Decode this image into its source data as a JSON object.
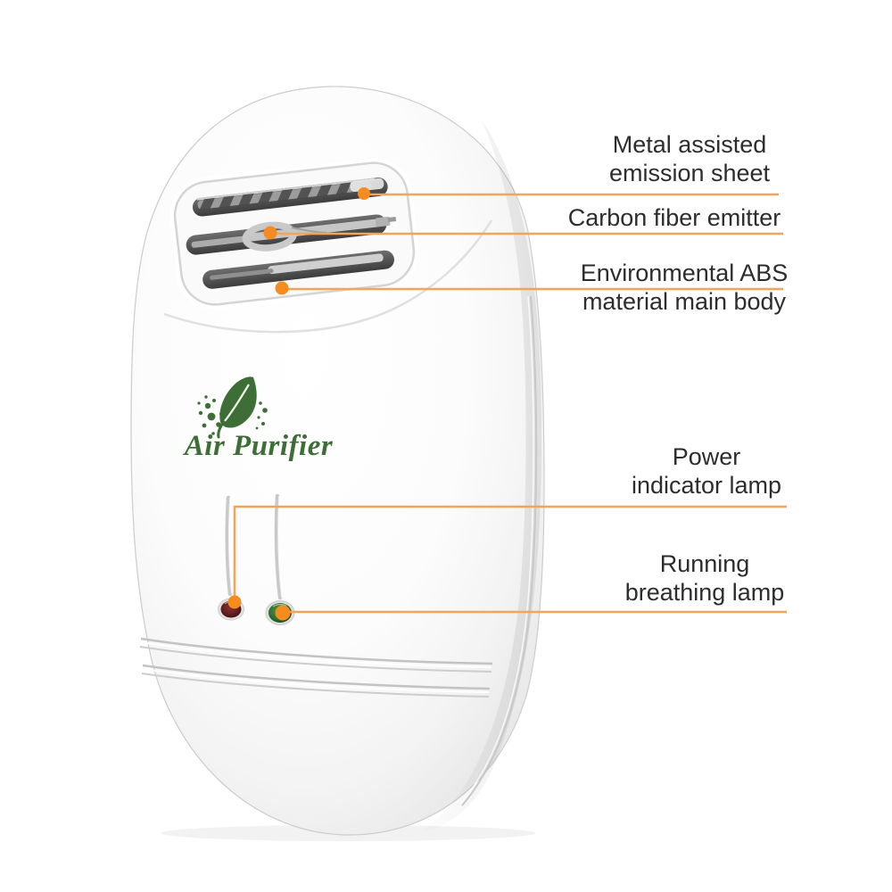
{
  "product": {
    "brand_logo_text": "Air Purifier"
  },
  "callouts": [
    {
      "id": "metal-sheet",
      "label_lines": [
        "Metal assisted",
        "emission sheet"
      ]
    },
    {
      "id": "carbon-fiber-emitter",
      "label_lines": [
        "Carbon fiber emitter"
      ]
    },
    {
      "id": "abs-body",
      "label_lines": [
        "Environmental ABS",
        "material main body"
      ]
    },
    {
      "id": "power-lamp",
      "label_lines": [
        "Power",
        "indicator lamp"
      ]
    },
    {
      "id": "running-lamp",
      "label_lines": [
        "Running",
        "breathing lamp"
      ]
    }
  ],
  "colors": {
    "background": "#ffffff",
    "accent_line": "#F0A558",
    "accent_dot": "#F68B1F",
    "label_text": "#2D2D2D",
    "logo_green": "#3C6E36",
    "power_lamp_red": "#5E1E1E",
    "running_lamp_green": "#2E7030"
  }
}
